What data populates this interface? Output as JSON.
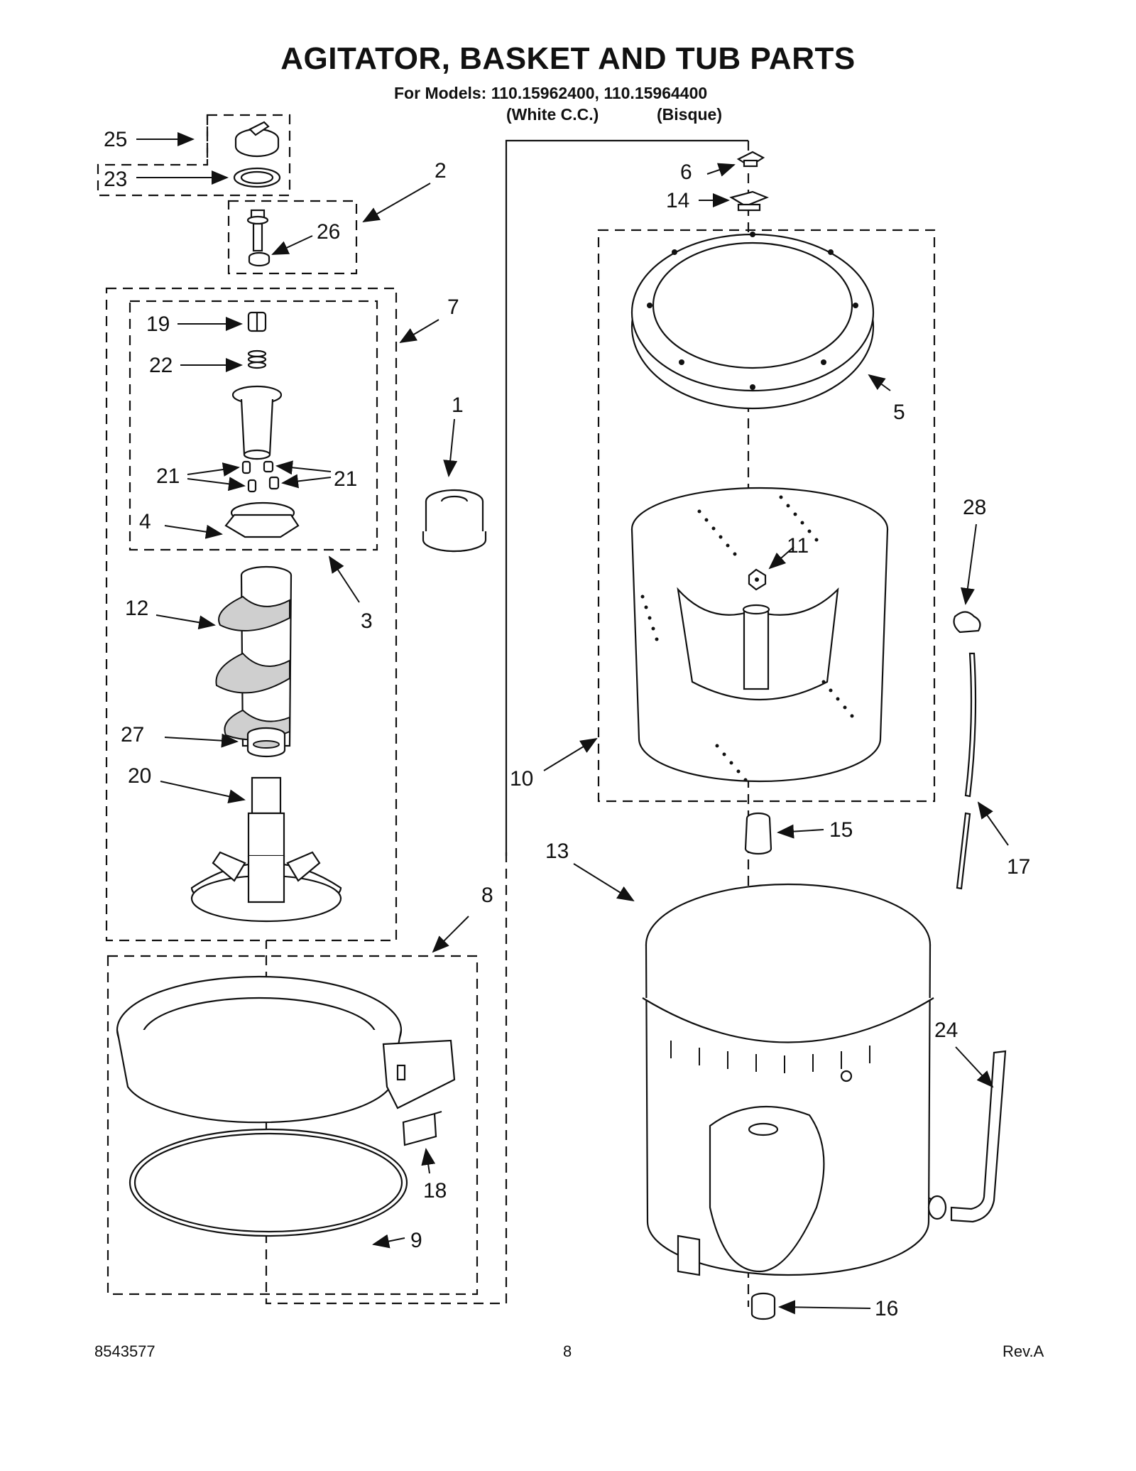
{
  "header": {
    "title": "AGITATOR, BASKET AND TUB PARTS",
    "models_line": "For Models: 110.15962400, 110.15964400",
    "color_1": "(White C.C.)",
    "color_2": "(Bisque)"
  },
  "footer": {
    "doc_number": "8543577",
    "page_number": "8",
    "revision": "Rev.A"
  },
  "callouts": {
    "c1": "1",
    "c2": "2",
    "c3": "3",
    "c4": "4",
    "c5": "5",
    "c6": "6",
    "c7": "7",
    "c8": "8",
    "c9": "9",
    "c10": "10",
    "c11": "11",
    "c12": "12",
    "c13": "13",
    "c14": "14",
    "c15": "15",
    "c16": "16",
    "c17": "17",
    "c18": "18",
    "c19": "19",
    "c20": "20",
    "c21a": "21",
    "c21b": "21",
    "c22": "22",
    "c23": "23",
    "c24": "24",
    "c25": "25",
    "c26": "26",
    "c27": "27",
    "c28": "28"
  }
}
